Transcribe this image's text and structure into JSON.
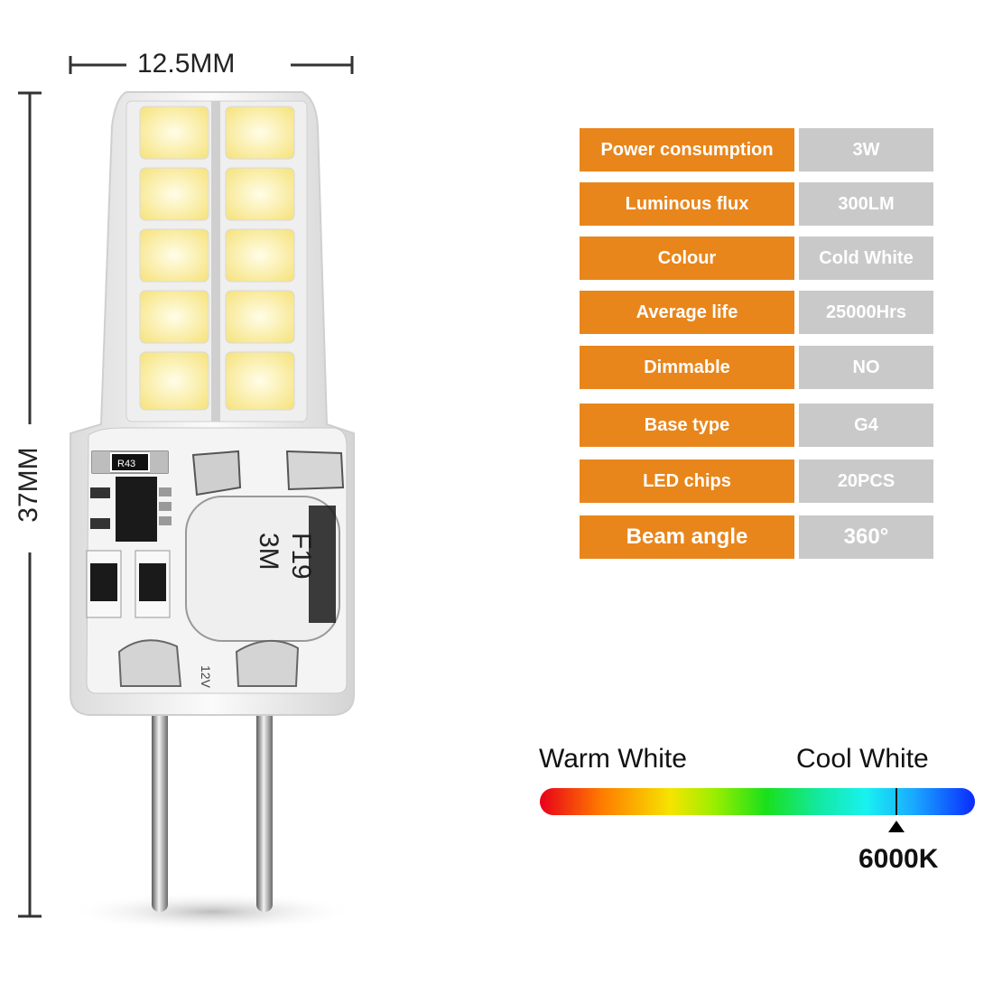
{
  "dimensions": {
    "width_label": "12.5MM",
    "height_label": "37MM"
  },
  "bulb": {
    "chip_markings": {
      "resistor": "R43",
      "capacitor_top": "F19",
      "capacitor_main": "F19",
      "capacitor_code": "3M",
      "voltage": "12V"
    }
  },
  "specs": [
    {
      "label": "Power consumption",
      "value": "3W"
    },
    {
      "label": "Luminous flux",
      "value": "300LM"
    },
    {
      "label": "Colour",
      "value": "Cold White"
    },
    {
      "label": "Average life",
      "value": "25000Hrs"
    },
    {
      "label": "Dimmable",
      "value": "NO"
    },
    {
      "label": "Base type",
      "value": "G4"
    },
    {
      "label": "LED chips",
      "value": "20PCS"
    },
    {
      "label": "Beam angle",
      "value": "360°"
    }
  ],
  "color_scale": {
    "left_label": "Warm White",
    "right_label": "Cool White",
    "marker_label": "6000K"
  },
  "colors": {
    "label_bg": "#e8861c",
    "value_bg": "#c9c9c9"
  }
}
